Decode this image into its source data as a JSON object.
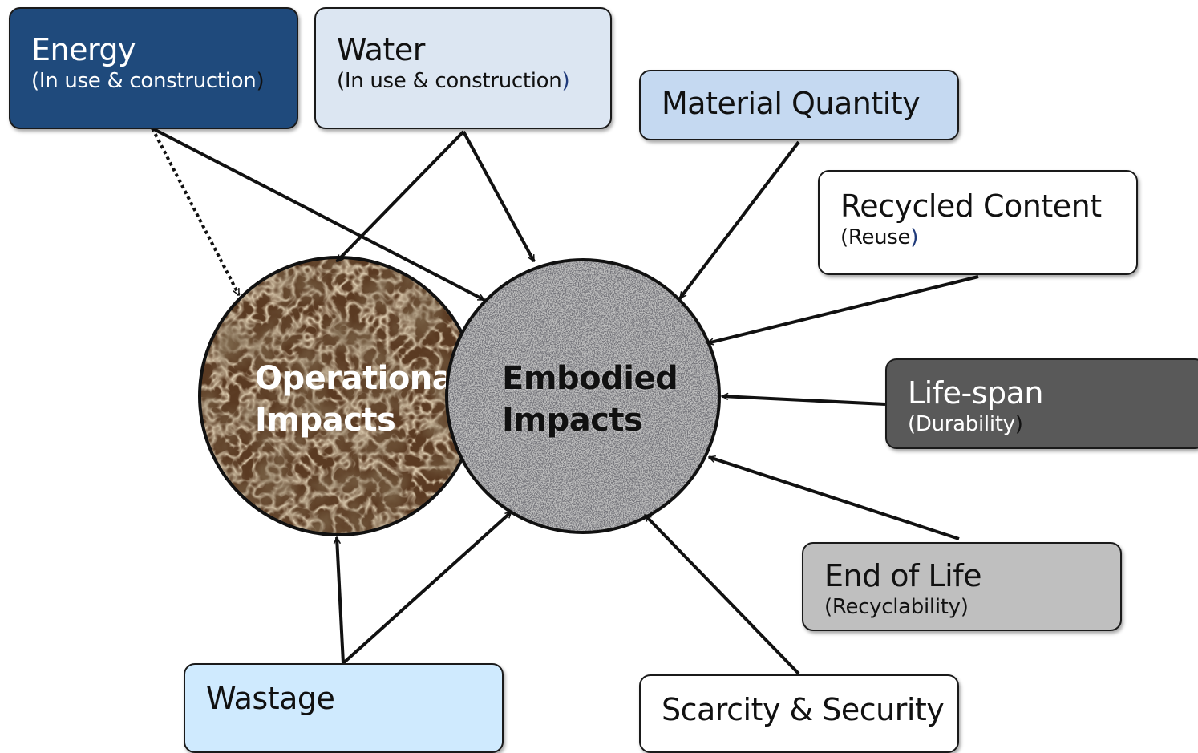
{
  "diagram": {
    "nodes": {
      "energy": {
        "title": "Energy",
        "sub_text": "(In use & construction",
        "sub_close": ")"
      },
      "water": {
        "title": "Water",
        "sub_text": "(In use & construction",
        "sub_close": ")"
      },
      "material": {
        "title": "Material Quantity"
      },
      "recycled": {
        "title": "Recycled Content",
        "sub_text": "(Reuse",
        "sub_close": ")"
      },
      "lifespan": {
        "title": "Life-span",
        "sub_text": "(Durability",
        "sub_close": ")"
      },
      "eol": {
        "title": "End of Life",
        "sub_text": "(Recyclability)"
      },
      "wastage": {
        "title": "Wastage"
      },
      "scarcity": {
        "title": "Scarcity & Security"
      }
    },
    "circles": {
      "operational": {
        "line1": "Operational",
        "line2": "Impacts"
      },
      "embodied": {
        "line1": "Embodied",
        "line2": "Impacts"
      }
    },
    "edges": [
      {
        "from": "energy",
        "to": "operational",
        "style": "dotted"
      },
      {
        "from": "energy",
        "to": "embodied",
        "style": "solid"
      },
      {
        "from": "water",
        "to": "operational",
        "style": "solid"
      },
      {
        "from": "water",
        "to": "embodied",
        "style": "solid"
      },
      {
        "from": "material",
        "to": "embodied",
        "style": "solid"
      },
      {
        "from": "recycled",
        "to": "embodied",
        "style": "solid"
      },
      {
        "from": "lifespan",
        "to": "embodied",
        "style": "solid"
      },
      {
        "from": "eol",
        "to": "embodied",
        "style": "solid"
      },
      {
        "from": "scarcity",
        "to": "embodied",
        "style": "solid"
      },
      {
        "from": "wastage",
        "to": "operational",
        "style": "solid"
      },
      {
        "from": "wastage",
        "to": "embodied",
        "style": "solid"
      }
    ],
    "colors": {
      "energy_box": "#1f4a7c",
      "water_box": "#dce6f2",
      "material_box": "#c5d9f1",
      "lifespan_box": "#595959",
      "eol_box": "#bfbfbf",
      "wastage_box": "#cfeafe",
      "operational_circle": "#5a3a22",
      "embodied_circle": "#b9b9b9",
      "connector": "#111111"
    }
  }
}
